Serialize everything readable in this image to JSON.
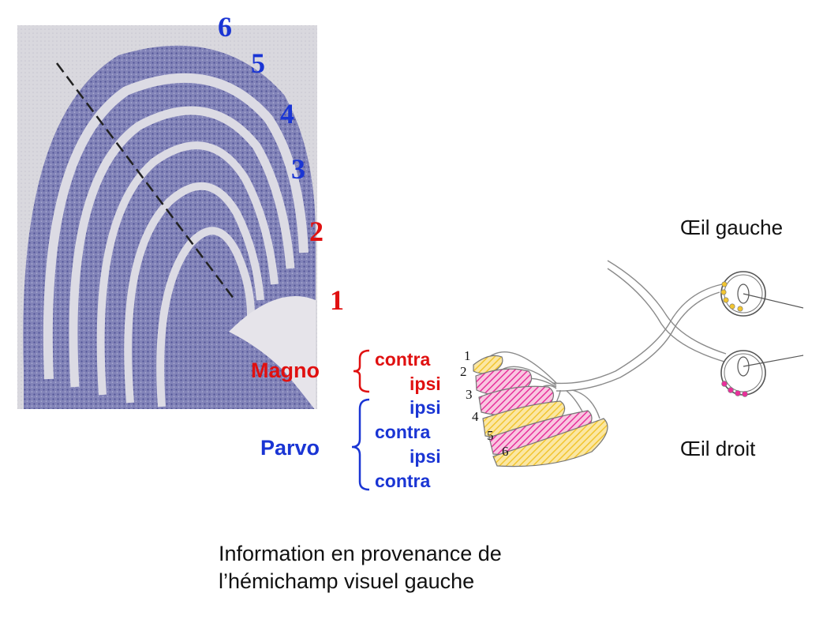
{
  "histology": {
    "layer_numbers": [
      {
        "label": "6",
        "color": "#1a35d4"
      },
      {
        "label": "5",
        "color": "#1a35d4"
      },
      {
        "label": "4",
        "color": "#1a35d4"
      },
      {
        "label": "3",
        "color": "#1a35d4"
      },
      {
        "label": "2",
        "color": "#e01010"
      },
      {
        "label": "1",
        "color": "#e01010"
      }
    ]
  },
  "pathways": {
    "magno": {
      "label": "Magno",
      "color": "#e01010",
      "inputs": [
        "contra",
        "ipsi"
      ]
    },
    "parvo": {
      "label": "Parvo",
      "color": "#1a35d4",
      "inputs": [
        "ipsi",
        "contra",
        "ipsi",
        "contra"
      ]
    }
  },
  "lgn_diagram": {
    "layer_numbers": [
      "1",
      "2",
      "3",
      "4",
      "5",
      "6"
    ],
    "colors": {
      "yellow": "#f2c530",
      "pink": "#e8309a"
    }
  },
  "eyes": {
    "left": "Œil gauche",
    "right": "Œil droit"
  },
  "caption": {
    "line1": "Information en provenance de",
    "line2": "l’hémichamp visuel gauche"
  }
}
